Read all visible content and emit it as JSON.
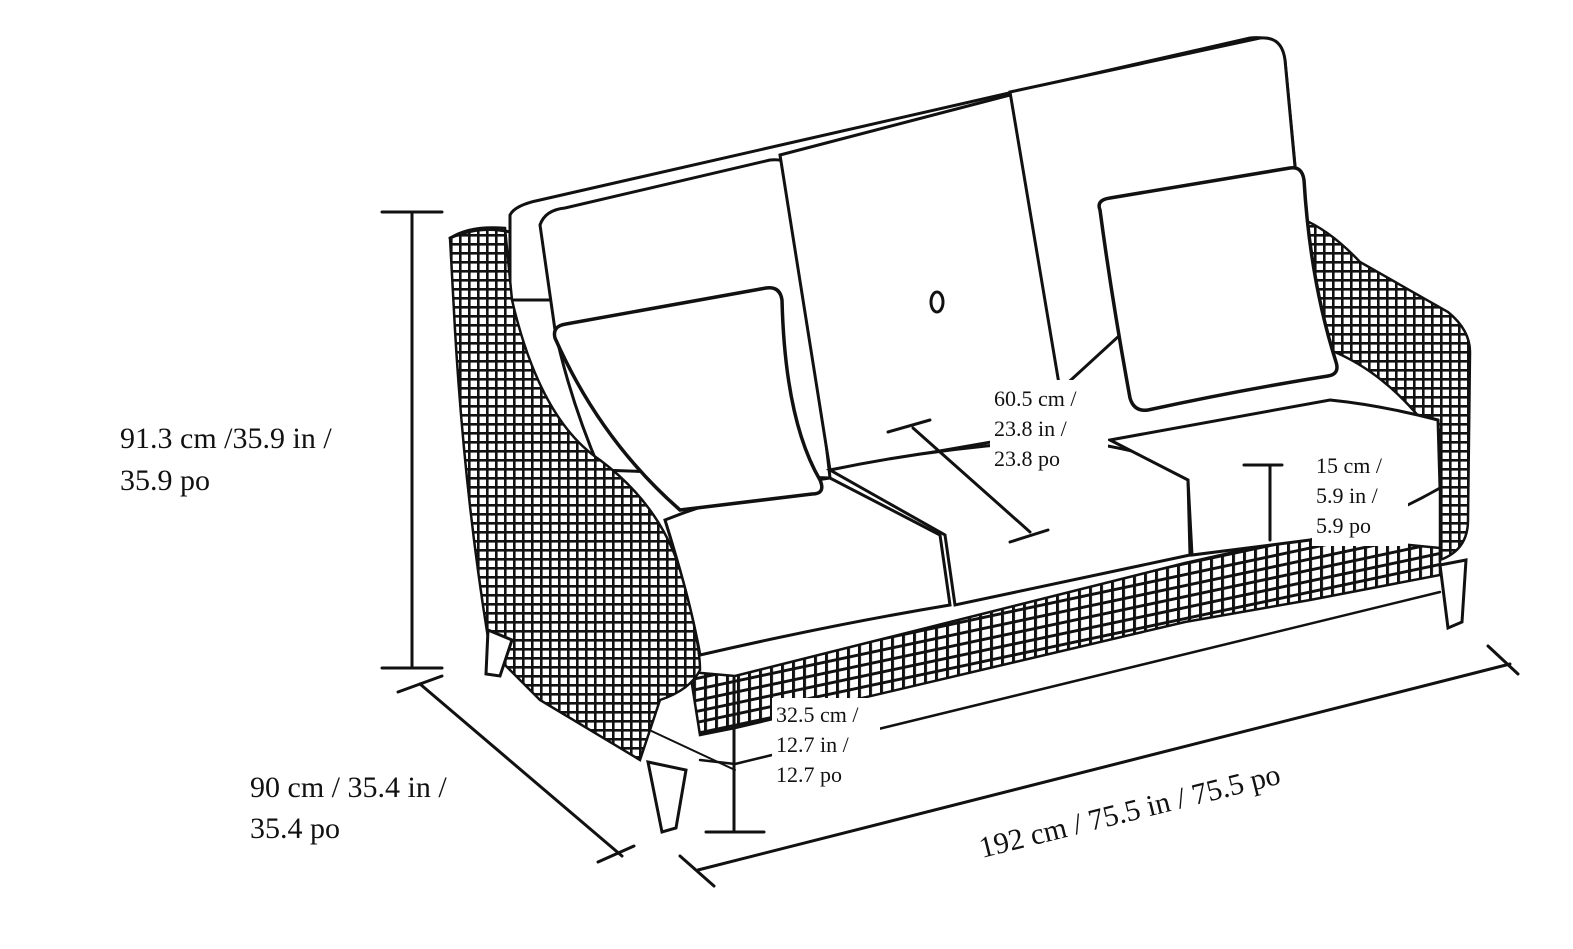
{
  "diagram": {
    "subject": "sofa-line-drawing",
    "stroke_color": "#111111",
    "background_color": "#ffffff",
    "dimensions": {
      "height": {
        "line1": "91.3 cm /35.9 in /",
        "line2": "35.9 po"
      },
      "depth": {
        "line1": "90 cm / 35.4 in /",
        "line2": "35.4 po"
      },
      "width": {
        "line1": "192 cm / 75.5 in / 75.5 po"
      },
      "seat_depth": {
        "line1": "60.5 cm /",
        "line2": "23.8 in /",
        "line3": "23.8 po"
      },
      "cushion_thickness": {
        "line1": "15 cm /",
        "line2": "5.9 in /",
        "line3": "5.9 po"
      },
      "seat_height": {
        "line1": "32.5 cm /",
        "line2": "12.7 in /",
        "line3": "12.7 po"
      }
    }
  }
}
